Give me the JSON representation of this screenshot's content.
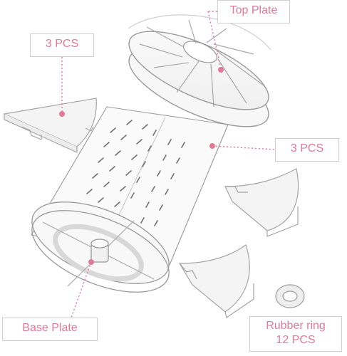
{
  "labels": {
    "top_plate": "Top Plate",
    "pcs_left": "3 PCS",
    "pcs_right": "3 PCS",
    "base_plate": "Base Plate",
    "rubber_ring": "Rubber ring",
    "rubber_ring_qty": "12 PCS"
  },
  "colors": {
    "accent": "#e07a98",
    "outline": "#b7b7b7",
    "frame": "#cfcfcf"
  }
}
